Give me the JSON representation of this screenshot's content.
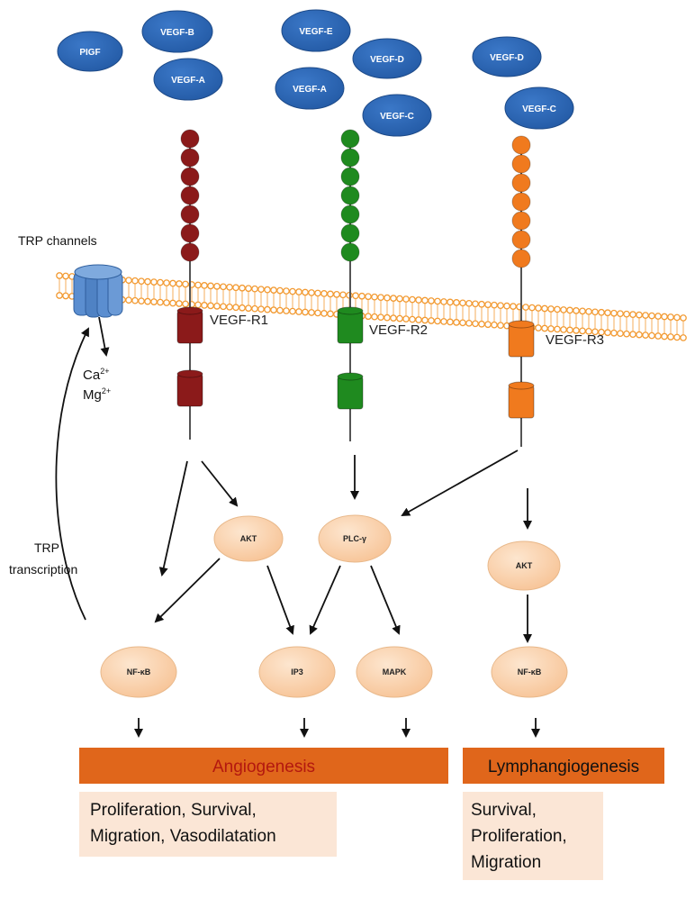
{
  "ligands": {
    "r1": [
      "PIGF",
      "VEGF-B",
      "VEGF-A"
    ],
    "r2": [
      "VEGF-E",
      "VEGF-D",
      "VEGF-A",
      "VEGF-C"
    ],
    "r3": [
      "VEGF-D",
      "VEGF-C"
    ]
  },
  "receptors": {
    "r1": {
      "label": "VEGF-R1",
      "color": "#8b1a1a"
    },
    "r2": {
      "label": "VEGF-R2",
      "color": "#1f8a1f"
    },
    "r3": {
      "label": "VEGF-R3",
      "color": "#f07a1e"
    }
  },
  "trp": {
    "channel_label": "TRP channels",
    "ions": {
      "ca": "Ca",
      "ca_charge": "2+",
      "mg": "Mg",
      "mg_charge": "2+"
    },
    "transcription_line1": "TRP",
    "transcription_line2": "transcription"
  },
  "nodes": {
    "akt_left": "AKT",
    "plc": "PLC-γ",
    "akt_right": "AKT",
    "nfkb_left": "NF-κB",
    "ip3": "IP3",
    "mapk": "MAPK",
    "nfkb_right": "NF-κB"
  },
  "outcomes": {
    "angiogenesis": {
      "title": "Angiogenesis",
      "line1": "Proliferation, Survival,",
      "line2": "Migration, Vasodilatation"
    },
    "lymphangiogenesis": {
      "title": "Lymphangiogenesis",
      "line1": "Survival,",
      "line2": "Proliferation,",
      "line3": "Migration"
    }
  },
  "colors": {
    "ligand_fill": "#2e67b4",
    "ligand_stroke": "#1d4a88",
    "node_fill": "#fbd5b0",
    "node_stroke": "#e8b88a",
    "membrane": "#f29a32",
    "trp_channel": "#5b8ed0",
    "banner_fill": "#e0661b",
    "banner_text_angio": "#b3180f",
    "banner_text_lymph": "#111111",
    "box_fill": "#fbe6d6"
  }
}
